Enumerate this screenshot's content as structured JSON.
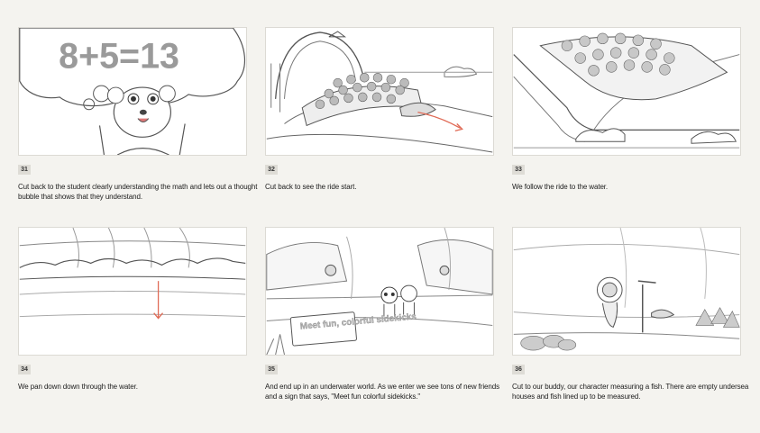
{
  "panels": [
    {
      "number": "31",
      "description": "Cut back to the student clearly understanding the math and lets out a thought bubble that shows that they understand.",
      "image_text": "8+5=13"
    },
    {
      "number": "32",
      "description": "Cut back to see the ride start."
    },
    {
      "number": "33",
      "description": "We follow the ride to the water."
    },
    {
      "number": "34",
      "description": "We pan down down through the water."
    },
    {
      "number": "35",
      "description": "And end up in an underwater world. As we enter we see tons of new friends and a sign that says, \"Meet fun colorful sidekicks.\"",
      "image_text": "Meet fun, colorful sidekicks"
    },
    {
      "number": "36",
      "description": "Cut to our buddy, our character measuring a fish. There are empty undersea houses and fish lined up to be measured."
    }
  ],
  "colors": {
    "background": "#f4f3ef",
    "sketch_line": "#555555",
    "arrow": "#e06a55",
    "badge": "#dedcd6"
  }
}
